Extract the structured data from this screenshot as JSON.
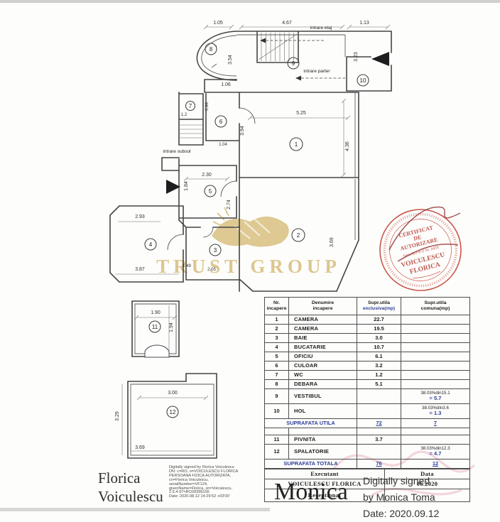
{
  "watermark": {
    "text": "TRUST GROUP",
    "color": "#c49a37"
  },
  "plan": {
    "rooms": [
      "1",
      "2",
      "3",
      "4",
      "5",
      "6",
      "7",
      "8",
      "9",
      "10",
      "11",
      "12"
    ],
    "dims": [
      "1.05",
      "4.67",
      "1.13",
      "3.54",
      "3.23",
      "1.06",
      "1.2",
      "0.96",
      "5.25",
      "3.94",
      "1.04",
      "4.36",
      "2.30",
      "1.84",
      "2.74",
      "3.69",
      "2.93",
      "3.87",
      "1.49",
      "2.05",
      "1.90",
      "1.94",
      "3.00",
      "3.29",
      "3.69"
    ],
    "labels": {
      "etaj": "intrare etaj",
      "parter": "intrare parter",
      "subsol": "intrare subsol"
    }
  },
  "stamp": {
    "line1": "CERTIFICAT",
    "line2": "DE",
    "line3": "AUTORIZARE",
    "line4": "Seria RO-B-F Nr. 0459",
    "line5": "VOICULESCU",
    "line6": "FLORICA",
    "color": "#b23a30"
  },
  "table": {
    "headers": {
      "nr1": "Nr.",
      "nr2": "incapere",
      "den1": "Denumire",
      "den2": "incapere",
      "excl1": "Supr.utila",
      "excl2": "exclusiva(mp)",
      "com1": "Supr.utila",
      "com2": "comuna(mp)"
    },
    "rows": [
      {
        "nr": "1",
        "name": "CAMERA",
        "excl": "22.7"
      },
      {
        "nr": "2",
        "name": "CAMERA",
        "excl": "19.5"
      },
      {
        "nr": "3",
        "name": "BAIE",
        "excl": "3.0"
      },
      {
        "nr": "4",
        "name": "BUCATARIE",
        "excl": "10.7"
      },
      {
        "nr": "5",
        "name": "OFICIU",
        "excl": "6.1"
      },
      {
        "nr": "6",
        "name": "CULOAR",
        "excl": "3.2"
      },
      {
        "nr": "7",
        "name": "WC",
        "excl": "1.2"
      },
      {
        "nr": "8",
        "name": "DEBARA",
        "excl": "5.1"
      },
      {
        "nr": "9",
        "name": "VESTIBUL",
        "formula": "38.03%din15.1",
        "result": "= 5.7"
      },
      {
        "nr": "10",
        "name": "HOL",
        "formula": "38.03%din3.6",
        "result": "= 1.3"
      },
      {
        "name": "SUPRAFATA UTILA",
        "excl": "72",
        "com": "7"
      },
      {
        "nr": "11",
        "name": "PIVNITA",
        "excl": "3.7"
      },
      {
        "nr": "12",
        "name": "SPALATORIE",
        "formula": "38.03%din12.3",
        "result": "= 4.7"
      },
      {
        "name": "SUPRAFATA TOTALA",
        "excl": "76",
        "com": "12"
      }
    ]
  },
  "exec": {
    "executant": "Executant",
    "data": "Data",
    "name": "VOICULESCU FLORICA",
    "date": "06.2020",
    "receptionat": "Receptionat"
  },
  "signatures": {
    "florica_name": [
      "Florica",
      "Voiculescu"
    ],
    "florica_details": [
      "Digitally signed by Florica Voiculescu",
      "DN: c=RO, o=VOICULESCU FLORICA",
      "PERSOANA FIZICA AUTORIZATA,",
      "cn=Florica Voiculescu,",
      "serialNumber=VF124,",
      "givenName=Florica, sn=Voiculescu,",
      "2.5.4.97=RO39396156",
      "Date: 2020.08.12 14:29:52 +03'00'"
    ],
    "monica_name": "Monica",
    "monica_details": [
      "Digitally signed",
      "by Monica Toma",
      "Date: 2020.09.12"
    ]
  }
}
